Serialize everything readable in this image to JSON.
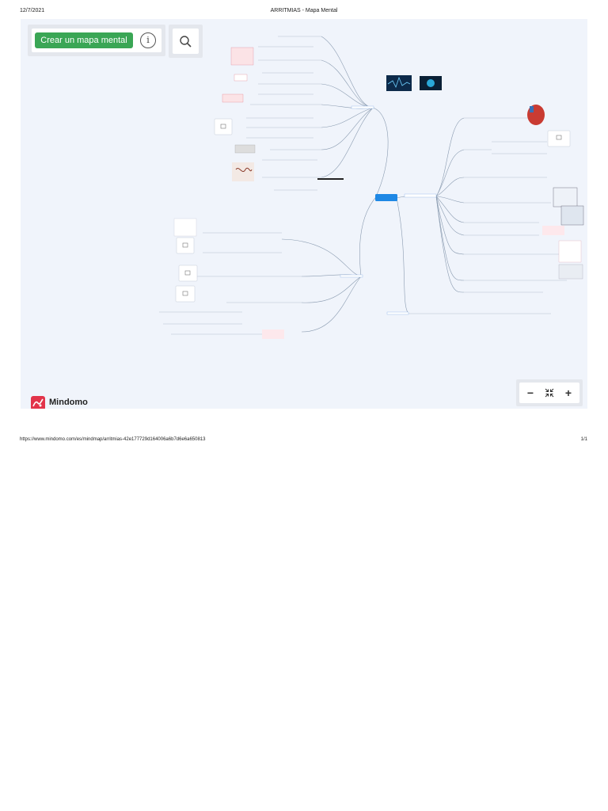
{
  "print": {
    "date": "12/7/2021",
    "title": "ARRITMIAS - Mapa Mental",
    "url": "https://www.mindomo.com/es/mindmap/arritmias-42e177729d164006a6b7d6e6a650813",
    "page": "1/1"
  },
  "toolbar": {
    "cta_label": "Crear un mapa mental",
    "info_icon": "i"
  },
  "zoom": {
    "minus": "−",
    "plus": "+"
  },
  "brand": {
    "name": "Mindomo",
    "color": "#e2344a"
  },
  "colors": {
    "canvas_bg": "#f0f4fb",
    "cta_green": "#3aa655",
    "central_node": "#1e88e5",
    "branch_text": "#2f6fd6",
    "connector": "#8a9bb0"
  }
}
